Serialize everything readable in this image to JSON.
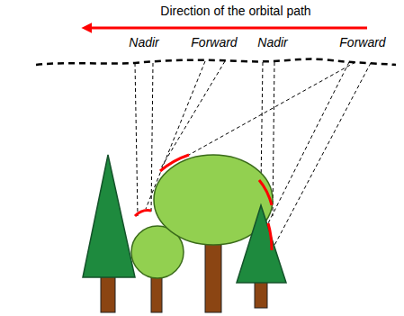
{
  "diagram": {
    "labels": [
      "Direction of the orbital path",
      "Nadir",
      "Forward",
      "Nadir",
      "Forward"
    ]
  }
}
